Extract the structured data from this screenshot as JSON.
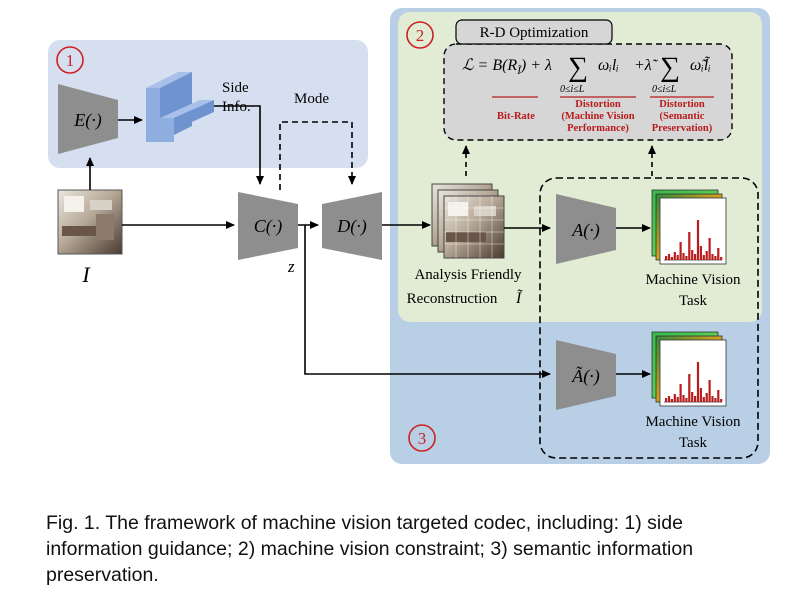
{
  "side_info_label_line1": "Side",
  "side_info_label_line2": "Info.",
  "mode_label": "Mode",
  "encoder_label": "E(·)",
  "codec_label": "C(·)",
  "decoder_label": "D(·)",
  "analysis_label": "A(·)",
  "analysis_tilde_label": "Ã(·)",
  "input_label": "I",
  "latent_label": "z",
  "region_numbers": [
    "1",
    "2",
    "3"
  ],
  "rd_title": "R-D Optimization",
  "formula": {
    "lhs": "ℒ = B(R",
    "lhs_sub": "Ĩ",
    "lhs_close": ") + λ",
    "sum_sym": "∑",
    "term1": "ωᵢlᵢ",
    "plus_lambda2": "+λ̃",
    "term2": "ω̃ᵢl̃ᵢ",
    "sum_index": "0≤i≤L",
    "label_bitrate": "Bit-Rate",
    "label_distortion1_line1": "Distortion",
    "label_distortion1_line2": "(Machine Vision",
    "label_distortion1_line3": "Performance)",
    "label_distortion2_line1": "Distortion",
    "label_distortion2_line2": "(Semantic",
    "label_distortion2_line3": "Preservation)"
  },
  "reconstruction_line1": "Analysis Friendly",
  "reconstruction_line2": "Reconstruction",
  "reconstruction_symbol": "Ĩ",
  "task_line1": "Machine Vision",
  "task_line2": "Task",
  "caption": "Fig. 1. The framework of machine vision targeted codec, including: 1) side information guidance; 2) machine vision constraint; 3) semantic information preservation.",
  "colors": {
    "region1_bg": "#d6dff0",
    "region2_bg": "#e2ecd5",
    "region3_bg": "#b9cfe6",
    "block_gray": "#8e8e8e",
    "cube_blue": "#8eaee0",
    "region_number": "#cc2222",
    "formula_label": "#b81c1c",
    "bar_red": "#b81c1c"
  }
}
